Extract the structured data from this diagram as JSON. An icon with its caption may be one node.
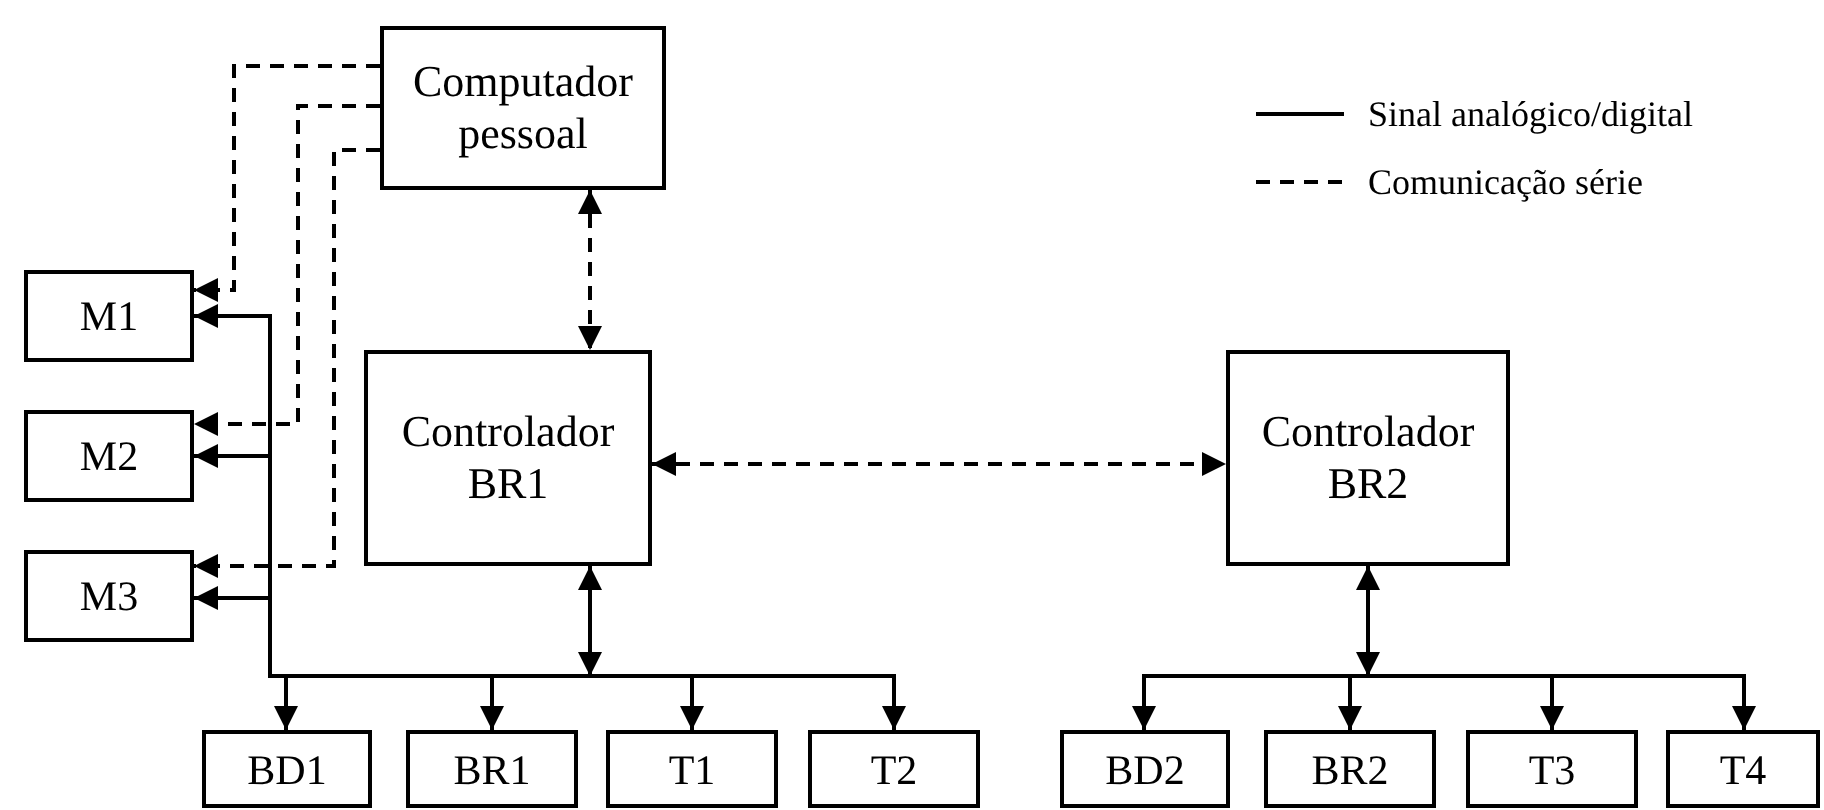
{
  "diagram": {
    "nodes": [
      {
        "text": [
          "Computador pessoal"
        ]
      },
      {
        "text": [
          "M1"
        ]
      },
      {
        "text": [
          "Controlador BR1"
        ]
      },
      {
        "text": [
          "Controlador BR2"
        ]
      },
      {
        "text": [
          "M2"
        ]
      },
      {
        "text": [
          "M3"
        ]
      },
      {
        "text": [
          "BD1"
        ]
      },
      {
        "text": [
          "BR1"
        ]
      },
      {
        "text": [
          "T1"
        ]
      },
      {
        "text": [
          "T2"
        ]
      },
      {
        "text": [
          "BD2"
        ]
      },
      {
        "text": [
          "BR2"
        ]
      },
      {
        "text": [
          "T3"
        ]
      },
      {
        "text": [
          "T4"
        ]
      }
    ],
    "edges": [
      {
        "from": 0,
        "to": 1,
        "arrow": "to",
        "style": "dashed"
      },
      {
        "from": 0,
        "to": 4,
        "arrow": "to",
        "style": "dashed"
      },
      {
        "from": 0,
        "to": 5,
        "arrow": "to",
        "style": "dashed"
      },
      {
        "from": 0,
        "to": 2,
        "arrow": "both",
        "style": "dashed"
      },
      {
        "from": 2,
        "to": 3,
        "arrow": "both",
        "style": "dashed"
      },
      {
        "from": 2,
        "to": 1,
        "arrow": "both"
      },
      {
        "from": 2,
        "to": 4,
        "arrow": "both"
      },
      {
        "from": 2,
        "to": 5,
        "arrow": "both"
      },
      {
        "from": 2,
        "to": 6,
        "arrow": "both"
      },
      {
        "from": 2,
        "to": 7,
        "arrow": "both"
      },
      {
        "from": 2,
        "to": 8,
        "arrow": "both"
      },
      {
        "from": 2,
        "to": 9,
        "arrow": "both"
      },
      {
        "from": 3,
        "to": 10,
        "arrow": "both"
      },
      {
        "from": 3,
        "to": 11,
        "arrow": "both"
      },
      {
        "from": 3,
        "to": 12,
        "arrow": "both"
      },
      {
        "from": 3,
        "to": 13,
        "arrow": "both"
      }
    ],
    "legend": [
      {
        "text": "Sinal analógico/digital"
      },
      {
        "text": "Comunicação série"
      }
    ]
  }
}
